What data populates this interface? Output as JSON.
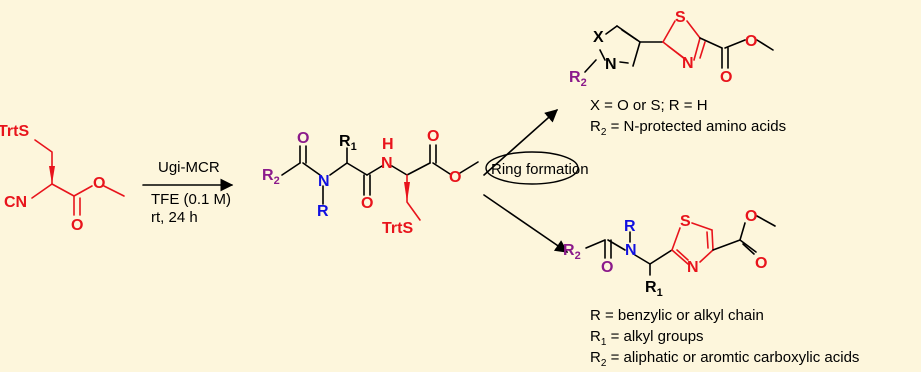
{
  "reagent": {
    "trts": "TrtS",
    "cn": "CN",
    "o_ester": "O",
    "o_carbonyl": "O"
  },
  "conditions": {
    "reaction": "Ugi-MCR",
    "solvent": "TFE (0.1 M)",
    "time": "rt, 24 h"
  },
  "ugi_product": {
    "r2": "R",
    "r2_sub": "2",
    "o_amide": "O",
    "n_amide": "N",
    "r": "R",
    "r1": "R",
    "r1_sub": "1",
    "o_mid": "O",
    "h": "H",
    "n_mid": "N",
    "o_ester": "O",
    "o_ester2": "O",
    "trts": "TrtS"
  },
  "ring_formation": "Ring formation",
  "product_top": {
    "x": "X",
    "n1": "N",
    "s": "S",
    "n2": "N",
    "o_carbonyl": "O",
    "o_ester": "O",
    "r2": "R",
    "r2_sub": "2",
    "note1": "X = O or S; R = H",
    "note2_r": "R",
    "note2_sub": "2",
    "note2_text": " = N-protected amino acids"
  },
  "product_bottom": {
    "r": "R",
    "n_amide": "N",
    "s": "S",
    "n_ring": "N",
    "o_ester": "O",
    "o_carbonyl": "O",
    "r2": "R",
    "r2_sub": "2",
    "o_amide": "O",
    "r1": "R",
    "r1_sub": "1",
    "note1": "R = benzylic or alkyl chain",
    "note2_r": "R",
    "note2_sub": "1",
    "note2_text": " = alkyl groups",
    "note3_r": "R",
    "note3_sub": "2",
    "note3_text": " = aliphatic or aromtic carboxylic acids"
  },
  "colors": {
    "background": "#fdf6dc",
    "red": "#e8141c",
    "blue": "#1010e0",
    "purple": "#8b1a8b"
  }
}
